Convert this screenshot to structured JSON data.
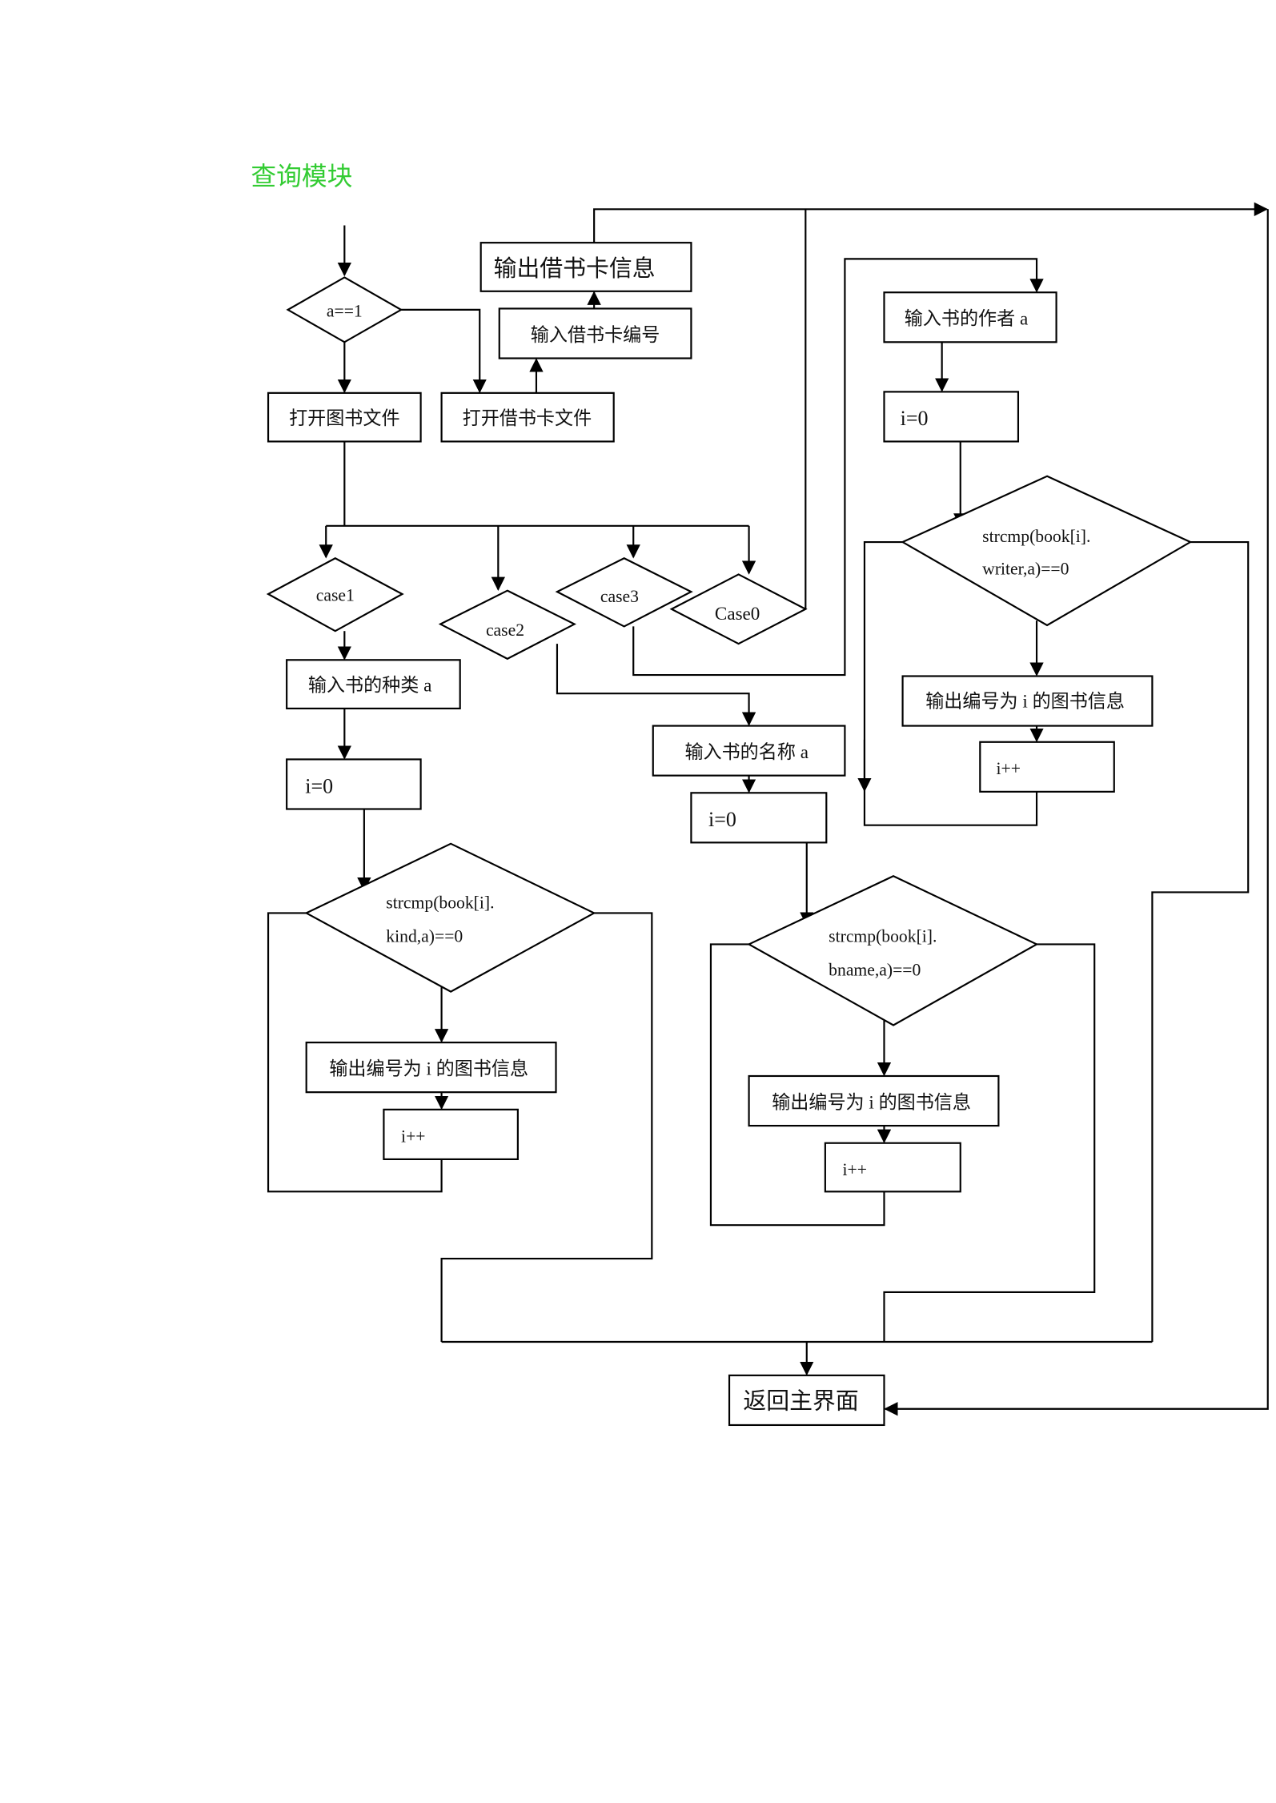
{
  "title": "查询模块",
  "colors": {
    "title": "#33cc33",
    "stroke": "#000000",
    "background": "#ffffff"
  },
  "nodes": {
    "start_decision": "a==1",
    "open_book_file": "打开图书文件",
    "open_card_file": "打开借书卡文件",
    "input_card_id": "输入借书卡编号",
    "output_card_info": "输出借书卡信息",
    "case1": "case1",
    "case2": "case2",
    "case3": "case3",
    "case0": "Case0",
    "return_main": "返回主界面"
  },
  "branches": {
    "kind": {
      "input": "输入书的种类 a",
      "init": "i=0",
      "cond_line1": "strcmp(book[i].",
      "cond_line2": "kind,a)==0",
      "output": "输出编号为 i 的图书信息",
      "increment": "i++"
    },
    "bname": {
      "input": "输入书的名称 a",
      "init": "i=0",
      "cond_line1": "strcmp(book[i].",
      "cond_line2": "bname,a)==0",
      "output": "输出编号为 i 的图书信息",
      "increment": "i++"
    },
    "writer": {
      "input": "输入书的作者 a",
      "init": "i=0",
      "cond_line1": "strcmp(book[i].",
      "cond_line2": "writer,a)==0",
      "output": "输出编号为 i 的图书信息",
      "increment": "i++"
    }
  }
}
